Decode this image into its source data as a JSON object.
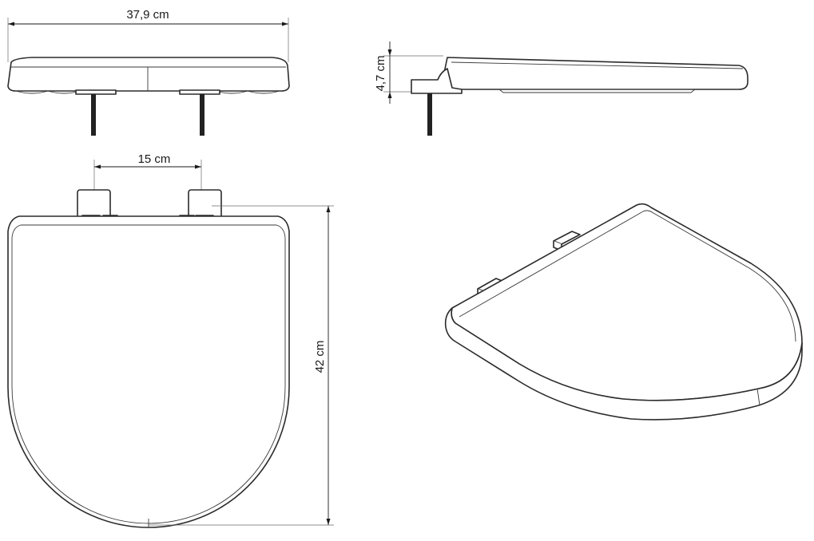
{
  "dimensions": {
    "width": "37,9 cm",
    "height": "4,7 cm",
    "hinge_spacing": "15 cm",
    "length": "42 cm"
  },
  "colors": {
    "line": "#2b2b2b",
    "background": "#ffffff"
  }
}
